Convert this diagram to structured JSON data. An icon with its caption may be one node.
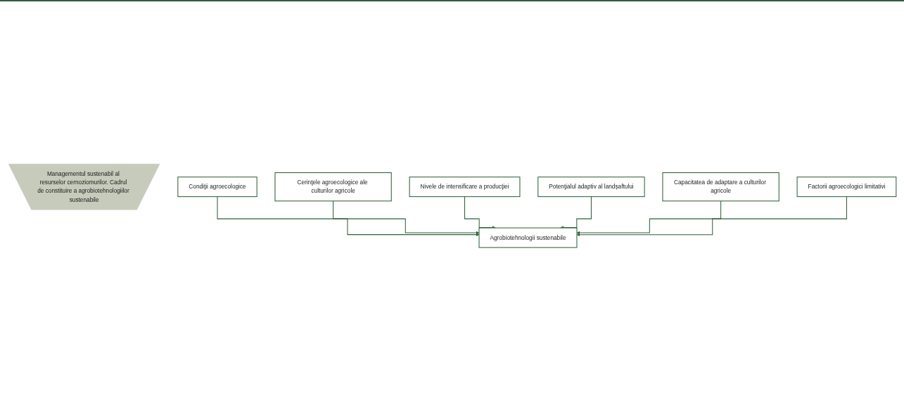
{
  "diagram": {
    "nodes": [
      {
        "text": [
          "Managementul sustenabil al resurselor cernoziomurilor. Cadrul de constituire a agrobiotehnologiilor sustenabile"
        ]
      },
      {
        "text": [
          "Condiţii agroecologice"
        ]
      },
      {
        "text": [
          "Cerinţele agroecologice ale culturilor agricole"
        ]
      },
      {
        "text": [
          "Nivele de intensificare a producţiei"
        ]
      },
      {
        "text": [
          "Agrobiotehnologii sustenabile"
        ]
      },
      {
        "text": [
          "Potenţialul adaptiv al landșaftului"
        ]
      },
      {
        "text": [
          "Capacitatea de adaptare a culturilor agricole"
        ]
      },
      {
        "text": [
          "Factorii agroecologici limitativi"
        ]
      }
    ],
    "edges": [
      {
        "from": 1,
        "to": 4,
        "arrow": "to"
      },
      {
        "from": 2,
        "to": 4,
        "arrow": "to"
      },
      {
        "from": 3,
        "to": 4,
        "arrow": "to"
      },
      {
        "from": 5,
        "to": 4,
        "arrow": "to"
      },
      {
        "from": 6,
        "to": 4,
        "arrow": "to"
      },
      {
        "from": 7,
        "to": 4,
        "arrow": "to"
      }
    ]
  }
}
